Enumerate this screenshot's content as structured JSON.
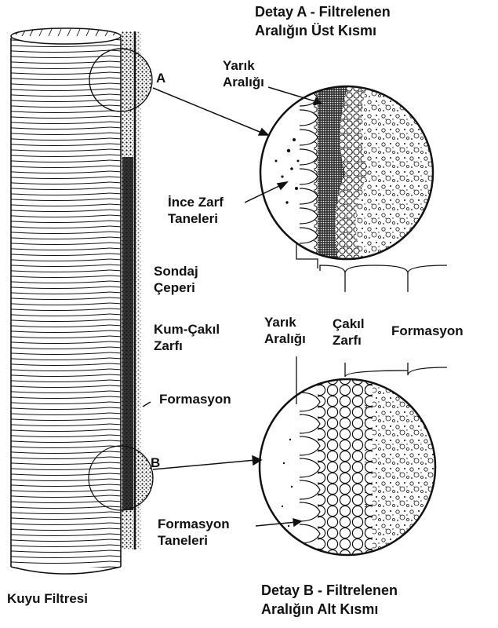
{
  "labels": {
    "detail_a_title": [
      "Detay A - Filtrelenen",
      "Aralığın Üst Kısmı"
    ],
    "marker_a": "A",
    "marker_b": "B",
    "slot_gap_top": [
      "Yarık",
      "Aralığı"
    ],
    "fine_pack_grains": [
      "İnce Zarf",
      "Taneleri"
    ],
    "borehole_wall": [
      "Sondaj",
      "Çeperi"
    ],
    "sand_gravel_pack": [
      "Kum-Çakıl",
      "Zarfı"
    ],
    "formation_left": "Formasyon",
    "slot_gap_mid": [
      "Yarık",
      "Aralığı"
    ],
    "gravel_pack_mid": [
      "Çakıl",
      "Zarfı"
    ],
    "formation_mid": "Formasyon",
    "formation_grains": [
      "Formasyon",
      "Taneleri"
    ],
    "well_screen": "Kuyu Filtresi",
    "detail_b_title": [
      "Detay B - Filtrelenen",
      "Aralığın Alt Kısmı"
    ]
  },
  "colors": {
    "ink": "#111111",
    "background": "#ffffff"
  }
}
